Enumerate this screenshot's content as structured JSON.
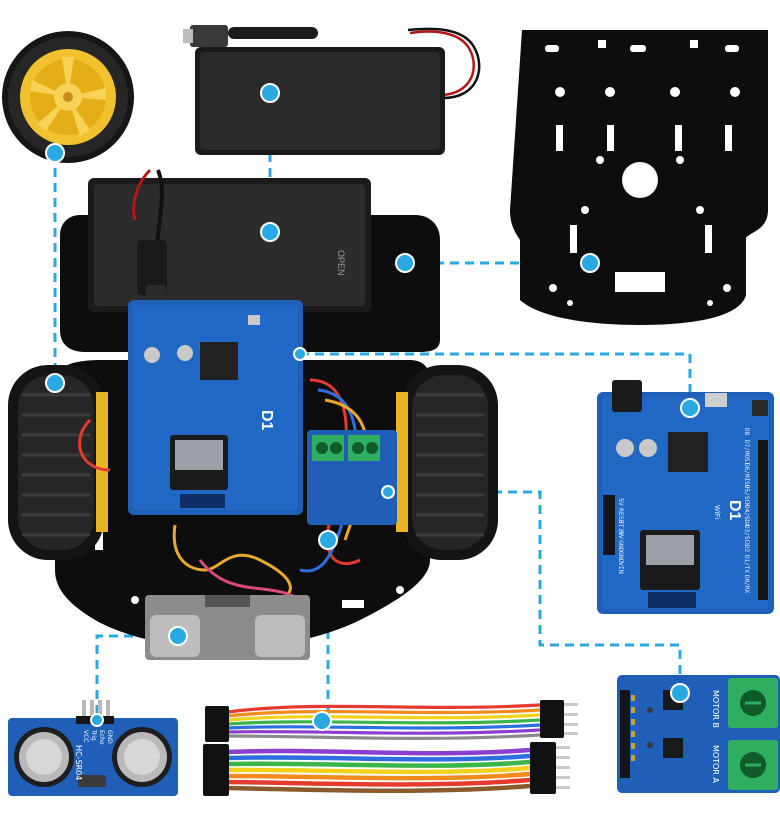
{
  "board": {
    "model_label": "D1",
    "sub_label": "WiFi",
    "power_pins": [
      "5V",
      "RESET",
      "3.3V",
      "5V",
      "GND",
      "GND",
      "VIN"
    ],
    "digital_pins": [
      "D0/RX",
      "D1/TX",
      "D2",
      "D3/SCL",
      "D4/SDA",
      "D5/SCK",
      "D6/MISO",
      "D7/MOSI",
      "D8"
    ]
  },
  "motor_driver": {
    "label_a": "MOTOR A",
    "label_b": "MOTOR B"
  },
  "sensor": {
    "model_label": "HC-SR04",
    "pins": [
      "VCC",
      "Trig",
      "Echo",
      "GND"
    ]
  },
  "battery_box": {
    "label": "OPEN"
  },
  "colors": {
    "callout": "#29a9e1",
    "board_blue": "#1f5fb8",
    "chassis": "#0d0d0d",
    "wheel_hub": "#f2c12e",
    "terminal_green": "#2fae62"
  }
}
